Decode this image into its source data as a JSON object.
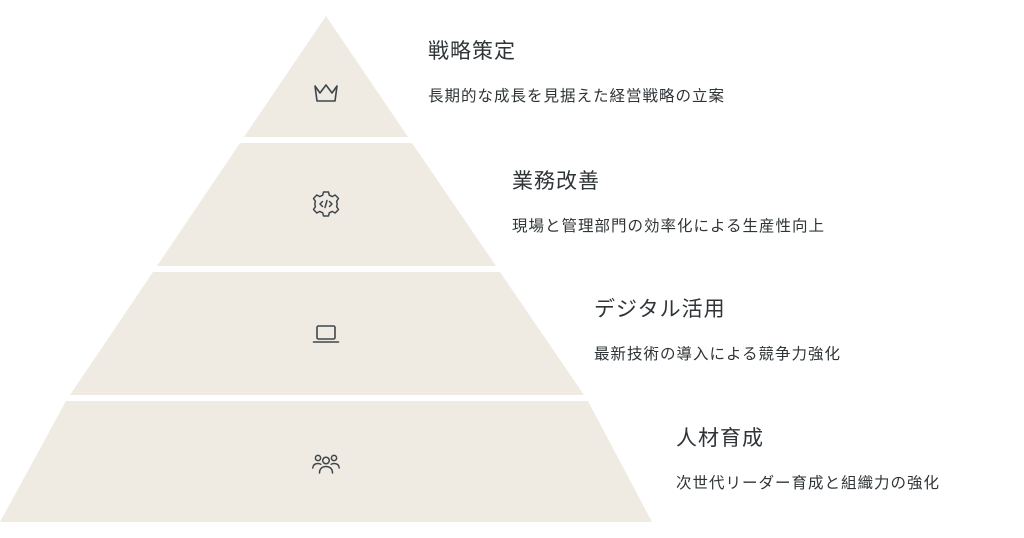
{
  "colors": {
    "layer_fill": "#efebe2",
    "icon_stroke": "#3f464b",
    "text": "#2f3437"
  },
  "levels": [
    {
      "title": "戦略策定",
      "description": "長期的な成長を見据えた経営戦略の立案",
      "icon": "crown-icon"
    },
    {
      "title": "業務改善",
      "description": "現場と管理部門の効率化による生産性向上",
      "icon": "gear-code-icon"
    },
    {
      "title": "デジタル活用",
      "description": "最新技術の導入による競争力強化",
      "icon": "laptop-icon"
    },
    {
      "title": "人材育成",
      "description": "次世代リーダー育成と組織力の強化",
      "icon": "people-icon"
    }
  ]
}
